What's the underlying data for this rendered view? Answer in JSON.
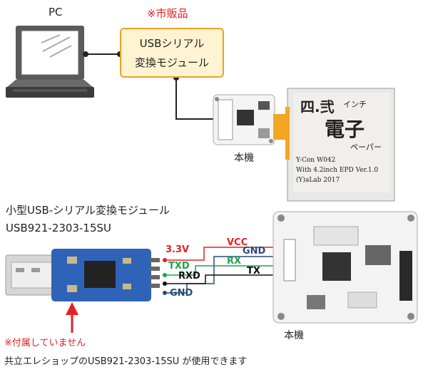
{
  "labels": {
    "pc": "PC",
    "commercial_notice": "※市販品",
    "converter_line1": "USBシリアル",
    "converter_line2": "変換モジュール",
    "unit_top": "本機",
    "small_usb_title": "小型USB-シリアル変換モジュール",
    "small_usb_model": "USB921-2303-15SU",
    "unit_bottom": "本機",
    "not_included": "※付属していません",
    "footer_note": "共立エレショップのUSB921-2303-15SU が使用できます"
  },
  "epd_panel": {
    "title": "四.弐",
    "big_char": "電子",
    "kana1": "インチ",
    "kana2": "ペーパー",
    "line1": "Y-Con W042",
    "line2": "With 4.2inch EPD Ver.1.0",
    "line3": "(Y)aLab 2017"
  },
  "pins": {
    "vcc": "VCC",
    "gnd_right": "GND",
    "v33": "3.3V",
    "txd": "TXD",
    "rx": "RX",
    "tx": "TX",
    "rxd": "RXD",
    "gnd_left": "GND"
  },
  "colors": {
    "converter_fill": "#fff3d1",
    "converter_border": "#f0a020",
    "red": "#e6201f",
    "green": "#19a64a",
    "navy": "#2b4a7a",
    "board_blue": "#2f63b8",
    "epd_gold": "#f2a623"
  }
}
